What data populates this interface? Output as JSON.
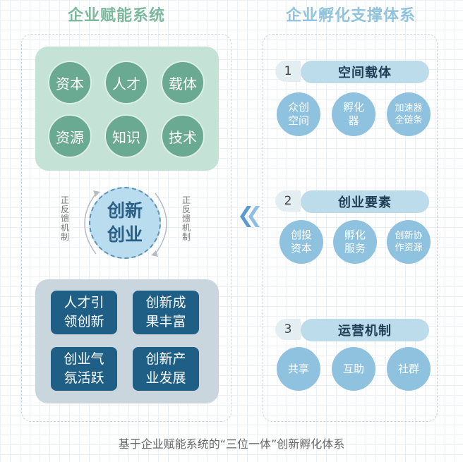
{
  "left": {
    "title": "企业赋能系统",
    "resources": [
      "资本",
      "人才",
      "载体",
      "资源",
      "知识",
      "技术"
    ],
    "center_line1": "创新",
    "center_line2": "创业",
    "feedback_left": "正反馈机制",
    "feedback_right": "正反馈机制",
    "outcomes": [
      {
        "line1": "人才引",
        "line2": "领创新"
      },
      {
        "line1": "创新成",
        "line2": "果丰富"
      },
      {
        "line1": "创业气",
        "line2": "氛活跃"
      },
      {
        "line1": "创新产",
        "line2": "业发展"
      }
    ]
  },
  "right": {
    "title": "企业孵化支撑体系",
    "groups": [
      {
        "number": "1",
        "label": "空间载体",
        "items": [
          {
            "line1": "众创",
            "line2": "空间"
          },
          {
            "line1": "孵化",
            "line2": "器"
          },
          {
            "line1": "加速器",
            "line2": "全链条"
          }
        ]
      },
      {
        "number": "2",
        "label": "创业要素",
        "items": [
          {
            "line1": "创投",
            "line2": "资本"
          },
          {
            "line1": "孵化",
            "line2": "服务"
          },
          {
            "line1": "创新协",
            "line2": "作资源"
          }
        ]
      },
      {
        "number": "3",
        "label": "运营机制",
        "items": [
          {
            "line1": "共享",
            "line2": ""
          },
          {
            "line1": "互助",
            "line2": ""
          },
          {
            "line1": "社群",
            "line2": ""
          }
        ]
      }
    ]
  },
  "caption": "基于企业赋能系统的“三位一体”创新孵化体系",
  "colors": {
    "green": "#6aa992",
    "navy": "#1f5f86",
    "light_blue": "#8fc2df",
    "arrow": "#5b9bd0"
  }
}
